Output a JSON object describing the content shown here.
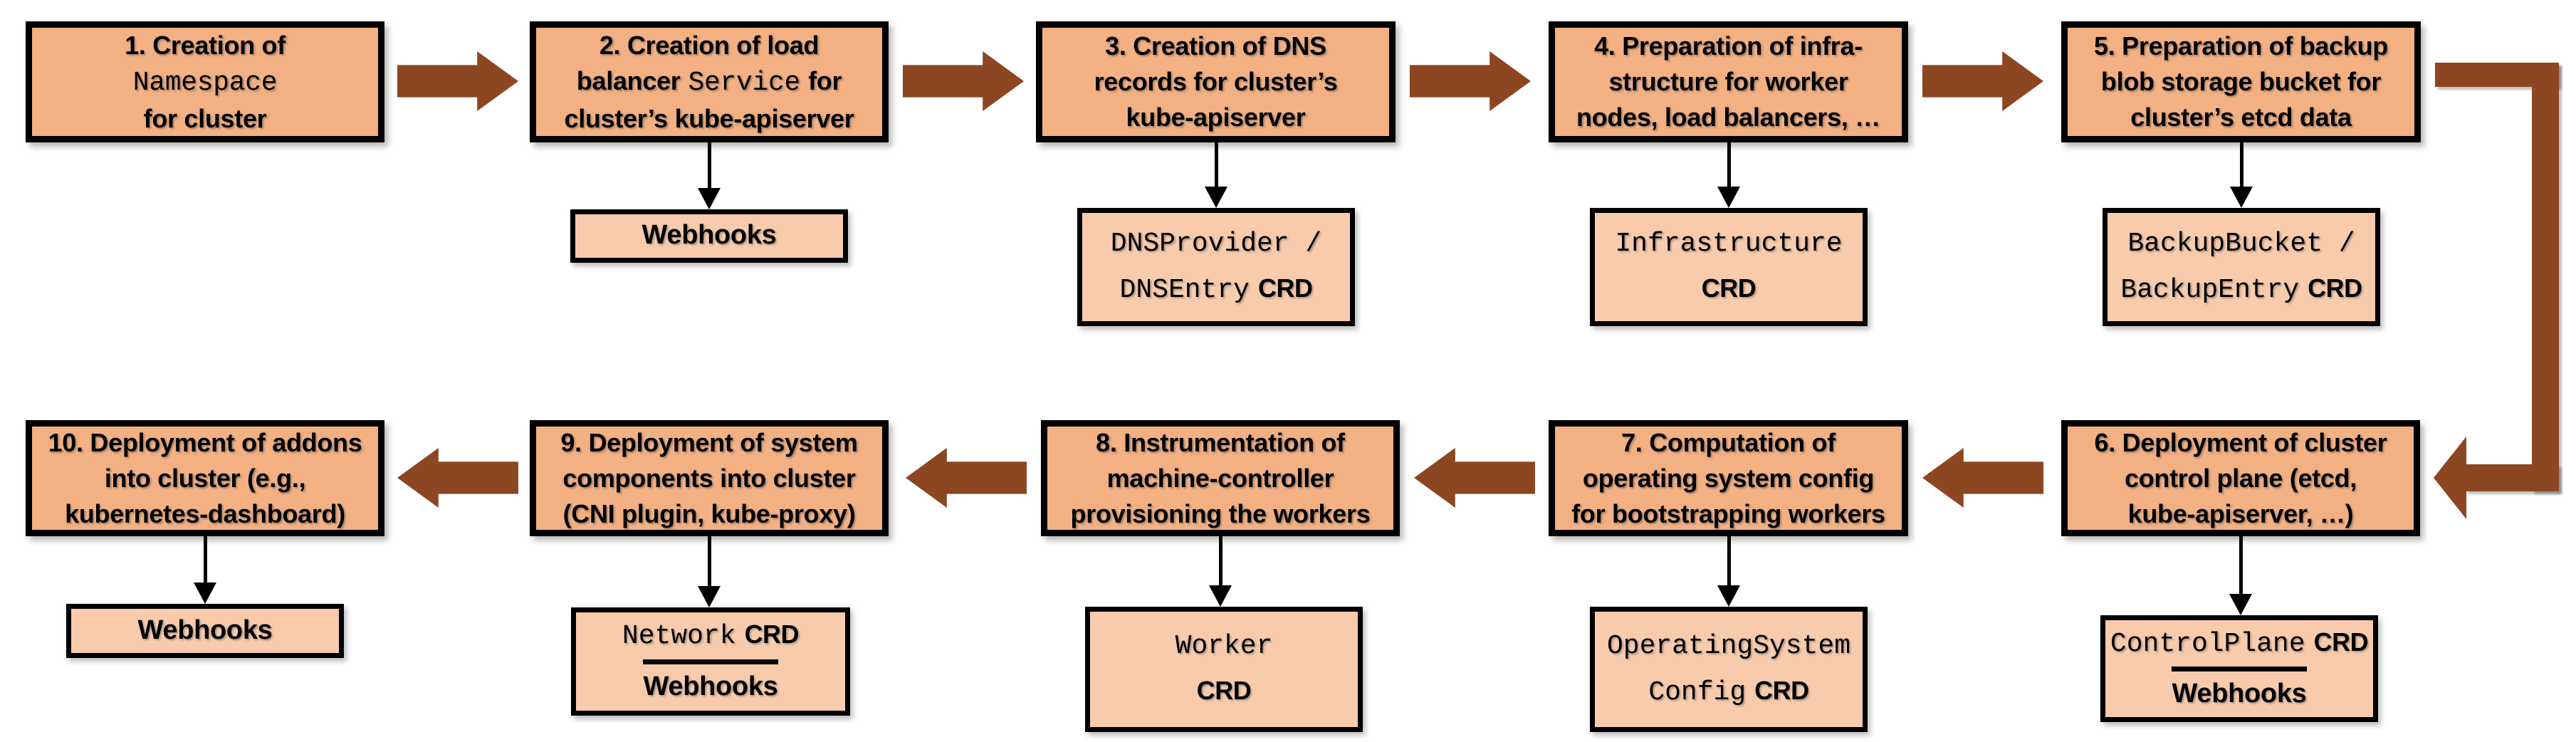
{
  "diagram": {
    "colors": {
      "box_fill": "#F2B083",
      "sub_fill": "#F8CBAD",
      "arrow_brown": "#8C4621",
      "line_black": "#000000"
    },
    "steps": {
      "s1": {
        "l1": "1. Creation of",
        "l2_mono": "Namespace",
        "l3": "for cluster"
      },
      "s2": {
        "l1": "2. Creation of load",
        "l2a": "balancer",
        "l2_mono": "Service",
        "l2b": "for",
        "l3": "cluster’s kube-apiserver"
      },
      "s3": {
        "l1": "3. Creation of DNS",
        "l2": "records for cluster’s",
        "l3": "kube-apiserver"
      },
      "s4": {
        "l1": "4. Preparation of infra-",
        "l2": "structure for worker",
        "l3": "nodes, load balancers, …"
      },
      "s5": {
        "l1": "5. Preparation of backup",
        "l2": "blob storage bucket for",
        "l3": "cluster’s etcd data"
      },
      "s6": {
        "l1": "6. Deployment of cluster",
        "l2": "control plane (etcd,",
        "l3": "kube-apiserver, …)"
      },
      "s7": {
        "l1": "7. Computation of",
        "l2": "operating system config",
        "l3": "for bootstrapping workers"
      },
      "s8": {
        "l1": "8. Instrumentation of",
        "l2": "machine-controller",
        "l3": "provisioning the workers"
      },
      "s9": {
        "l1": "9. Deployment of system",
        "l2": "components into cluster",
        "l3": "(CNI plugin, kube-proxy)"
      },
      "s10": {
        "l1": "10. Deployment of addons",
        "l2": "into cluster (e.g.,",
        "l3": "kubernetes-dashboard)"
      }
    },
    "artifacts": {
      "webhooks": "Webhooks",
      "crd": "CRD",
      "dns_line1_mono": "DNSProvider /",
      "dns_line2_mono": "DNSEntry",
      "infrastructure_mono": "Infrastructure",
      "backup_line1_mono": "BackupBucket /",
      "backup_line2_mono": "BackupEntry",
      "controlplane_mono": "ControlPlane",
      "network_mono": "Network",
      "worker_mono": "Worker",
      "osc_line1_mono": "OperatingSystem",
      "osc_line2_mono": "Config"
    }
  }
}
